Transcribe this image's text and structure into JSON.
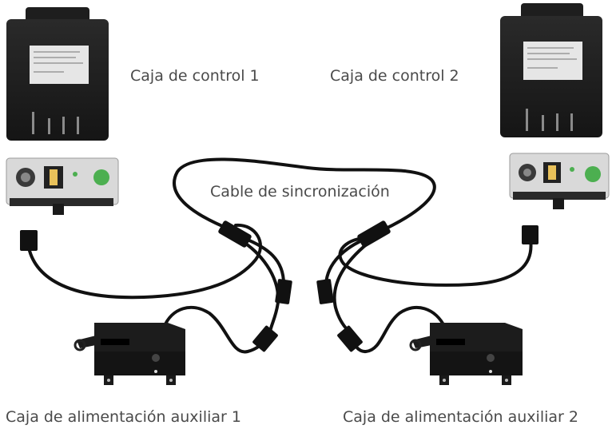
{
  "labels": {
    "control_box_1": "Caja de control 1",
    "control_box_2": "Caja de control 2",
    "sync_cable": "Cable de sincronización",
    "aux_power_box_1": "Caja de alimentación auxiliar 1",
    "aux_power_box_2": "Caja de alimentación auxiliar 2"
  },
  "colors": {
    "cable": "#111111",
    "device_body": "#1c1c1c",
    "label_text": "#4a4a4a",
    "green_indicator": "#4caf50"
  },
  "icons": {
    "control_box": "control-box-icon",
    "connector_panel": "connector-panel-icon",
    "plug": "plug-icon",
    "aux_box": "aux-power-box-icon"
  }
}
